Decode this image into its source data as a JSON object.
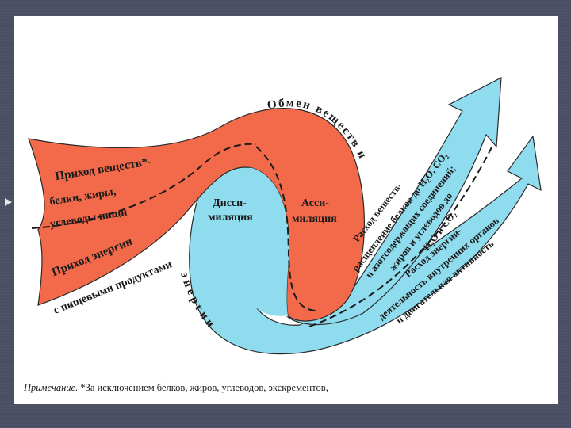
{
  "slide": {
    "colors": {
      "intake": "#f26a4a",
      "dissim": "#8fdcee",
      "outline": "#2a2a2a",
      "background": "#4a4f63"
    },
    "arc_top": "Обмен веществ и",
    "arc_bottom": "энергии",
    "intake_labels": [
      "Приход веществ*-",
      "белки, жиры,",
      "углеводы пищи",
      "Приход энергии",
      "с пищевыми продуктами"
    ],
    "center_left": [
      "Дисси-",
      "миляция"
    ],
    "center_right": [
      "Асси-",
      "миляция"
    ],
    "out_upper": [
      "Расход веществ-",
      "расщепление белков до H₂O, CO₂",
      "и азотсодержащих соединений;",
      "жиров и углеводов до",
      "H₂O и CO₂"
    ],
    "out_lower": [
      "Расход энергии-",
      "деятельность внутренних органов",
      "и двигательная активность"
    ],
    "note_label": "Примечание.",
    "note_text": "*За исключением белков, жиров, углеводов, экскрементов,"
  }
}
